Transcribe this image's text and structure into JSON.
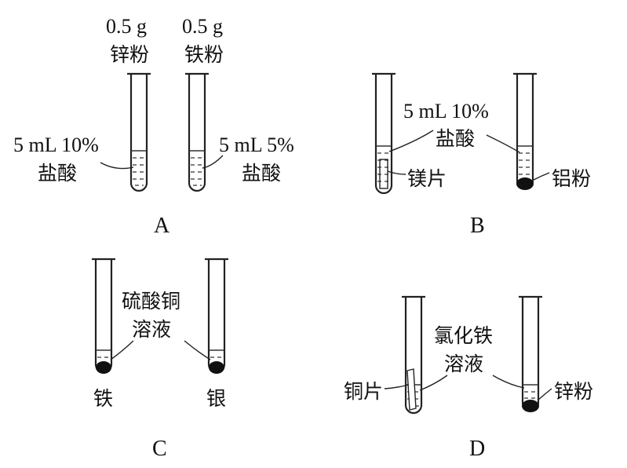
{
  "panels": {
    "A": {
      "name": "A",
      "top_labels": [
        "0.5 g",
        "锌粉",
        "0.5 g",
        "铁粉"
      ],
      "left_liquid": [
        "5 mL 10%",
        "盐酸"
      ],
      "right_liquid": [
        "5 mL 5%",
        "盐酸"
      ]
    },
    "B": {
      "name": "B",
      "liquid": [
        "5 mL 10%",
        "盐酸"
      ],
      "left_solid": "镁片",
      "right_solid": "铝粉"
    },
    "C": {
      "name": "C",
      "liquid": [
        "硫酸铜",
        "溶液"
      ],
      "left_solid": "铁",
      "right_solid": "银"
    },
    "D": {
      "name": "D",
      "liquid": [
        "氯化铁",
        "溶液"
      ],
      "left_solid": "铜片",
      "right_solid": "锌粉"
    }
  }
}
